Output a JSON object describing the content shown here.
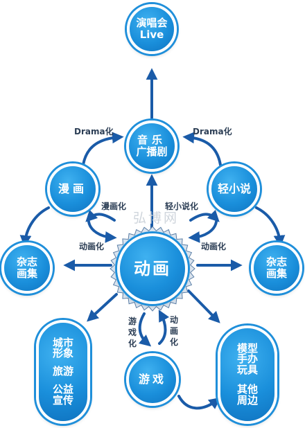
{
  "nodes": {
    "concert": [
      "演唱会",
      "Live"
    ],
    "music_drama": [
      "音乐",
      "广播剧"
    ],
    "manga": [
      "漫画"
    ],
    "light_novel": [
      "轻小说"
    ],
    "magazine_left": [
      "杂志",
      "画集"
    ],
    "anime": [
      "动画"
    ],
    "magazine_right": [
      "杂志",
      "画集"
    ],
    "tourism": [
      "城市",
      "形象",
      "旅游",
      "公益",
      "宣传"
    ],
    "game": [
      "游戏"
    ],
    "merch": [
      "模型",
      "手办",
      "玩具",
      "其他",
      "周边"
    ]
  },
  "edge_labels": {
    "drama_left": "Drama化",
    "drama_right": "Drama化",
    "manga_to_anime": "漫画化",
    "novel_to_anime": "轻小说化",
    "anime_left": "动画化",
    "anime_right": "动画化",
    "game_from_anime": "游戏化",
    "anime_from_game": "动画化"
  },
  "watermark": "弘博网",
  "colors": {
    "node_fill": "#1a8fdb",
    "node_ring": "#1f8fda",
    "arrow": "#1a5ba8",
    "label_text": "#2c3e55"
  }
}
